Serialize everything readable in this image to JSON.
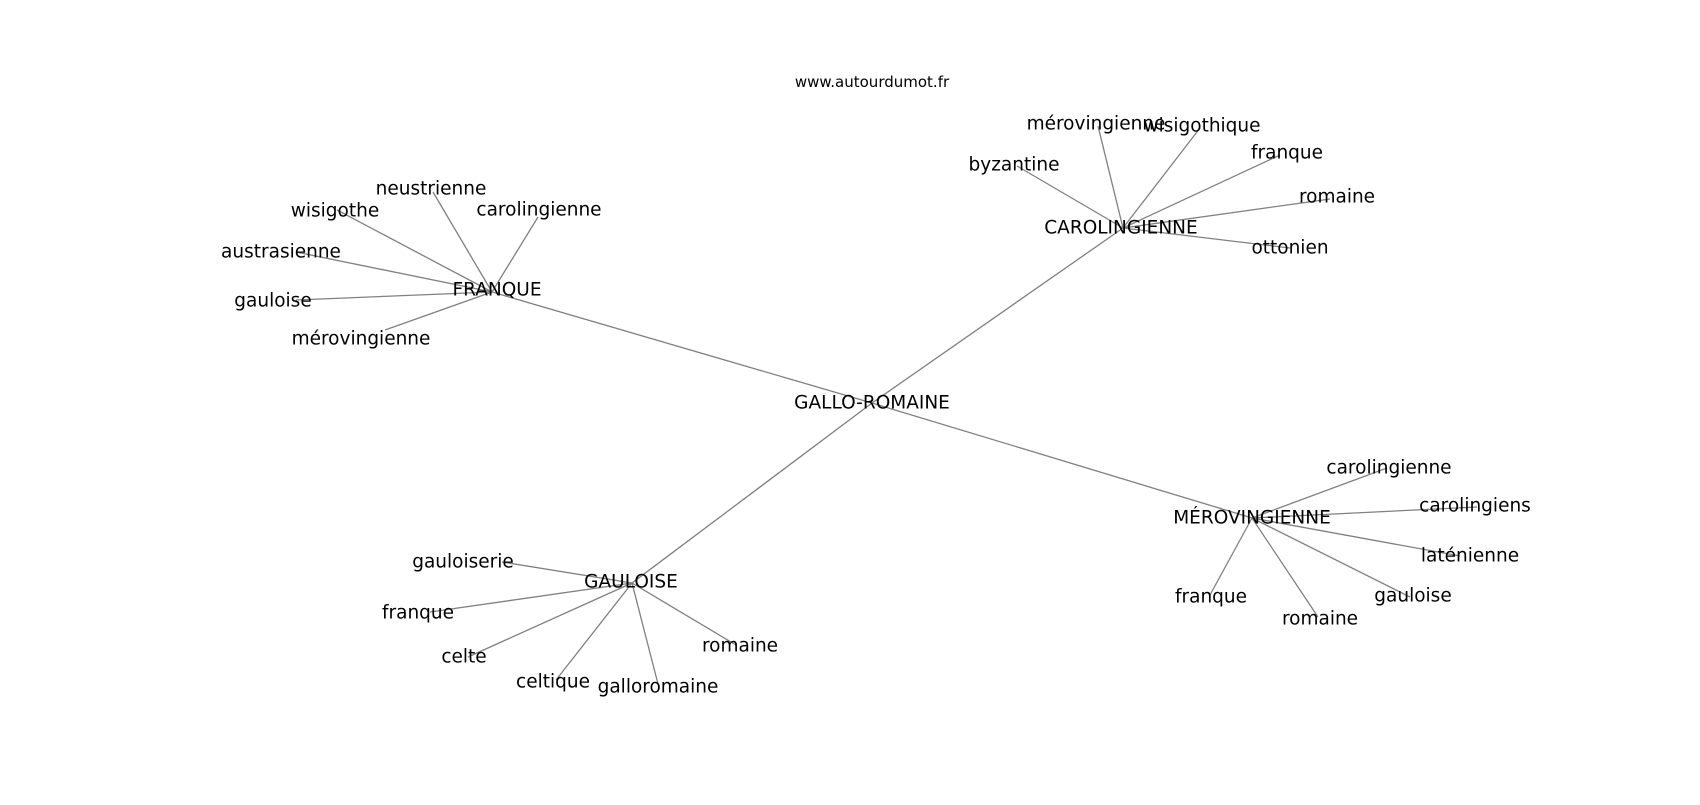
{
  "watermark": "www.autourdumot.fr",
  "edge_color": "#808080",
  "text_color": "#000000",
  "graph": {
    "center": "GALLO-ROMAINE",
    "clusters": [
      {
        "hub": "FRANQUE",
        "leaves": [
          "neustrienne",
          "wisigothe",
          "carolingienne",
          "austrasienne",
          "gauloise",
          "mérovingienne"
        ]
      },
      {
        "hub": "CAROLINGIENNE",
        "leaves": [
          "mérovingienne",
          "wisigothique",
          "byzantine",
          "franque",
          "romaine",
          "ottonien"
        ]
      },
      {
        "hub": "GAULOISE",
        "leaves": [
          "gauloiserie",
          "franque",
          "celte",
          "celtique",
          "galloromaine",
          "romaine"
        ]
      },
      {
        "hub": "MÉROVINGIENNE",
        "leaves": [
          "carolingienne",
          "carolingiens",
          "laténienne",
          "franque",
          "romaine",
          "gauloise"
        ]
      }
    ]
  }
}
